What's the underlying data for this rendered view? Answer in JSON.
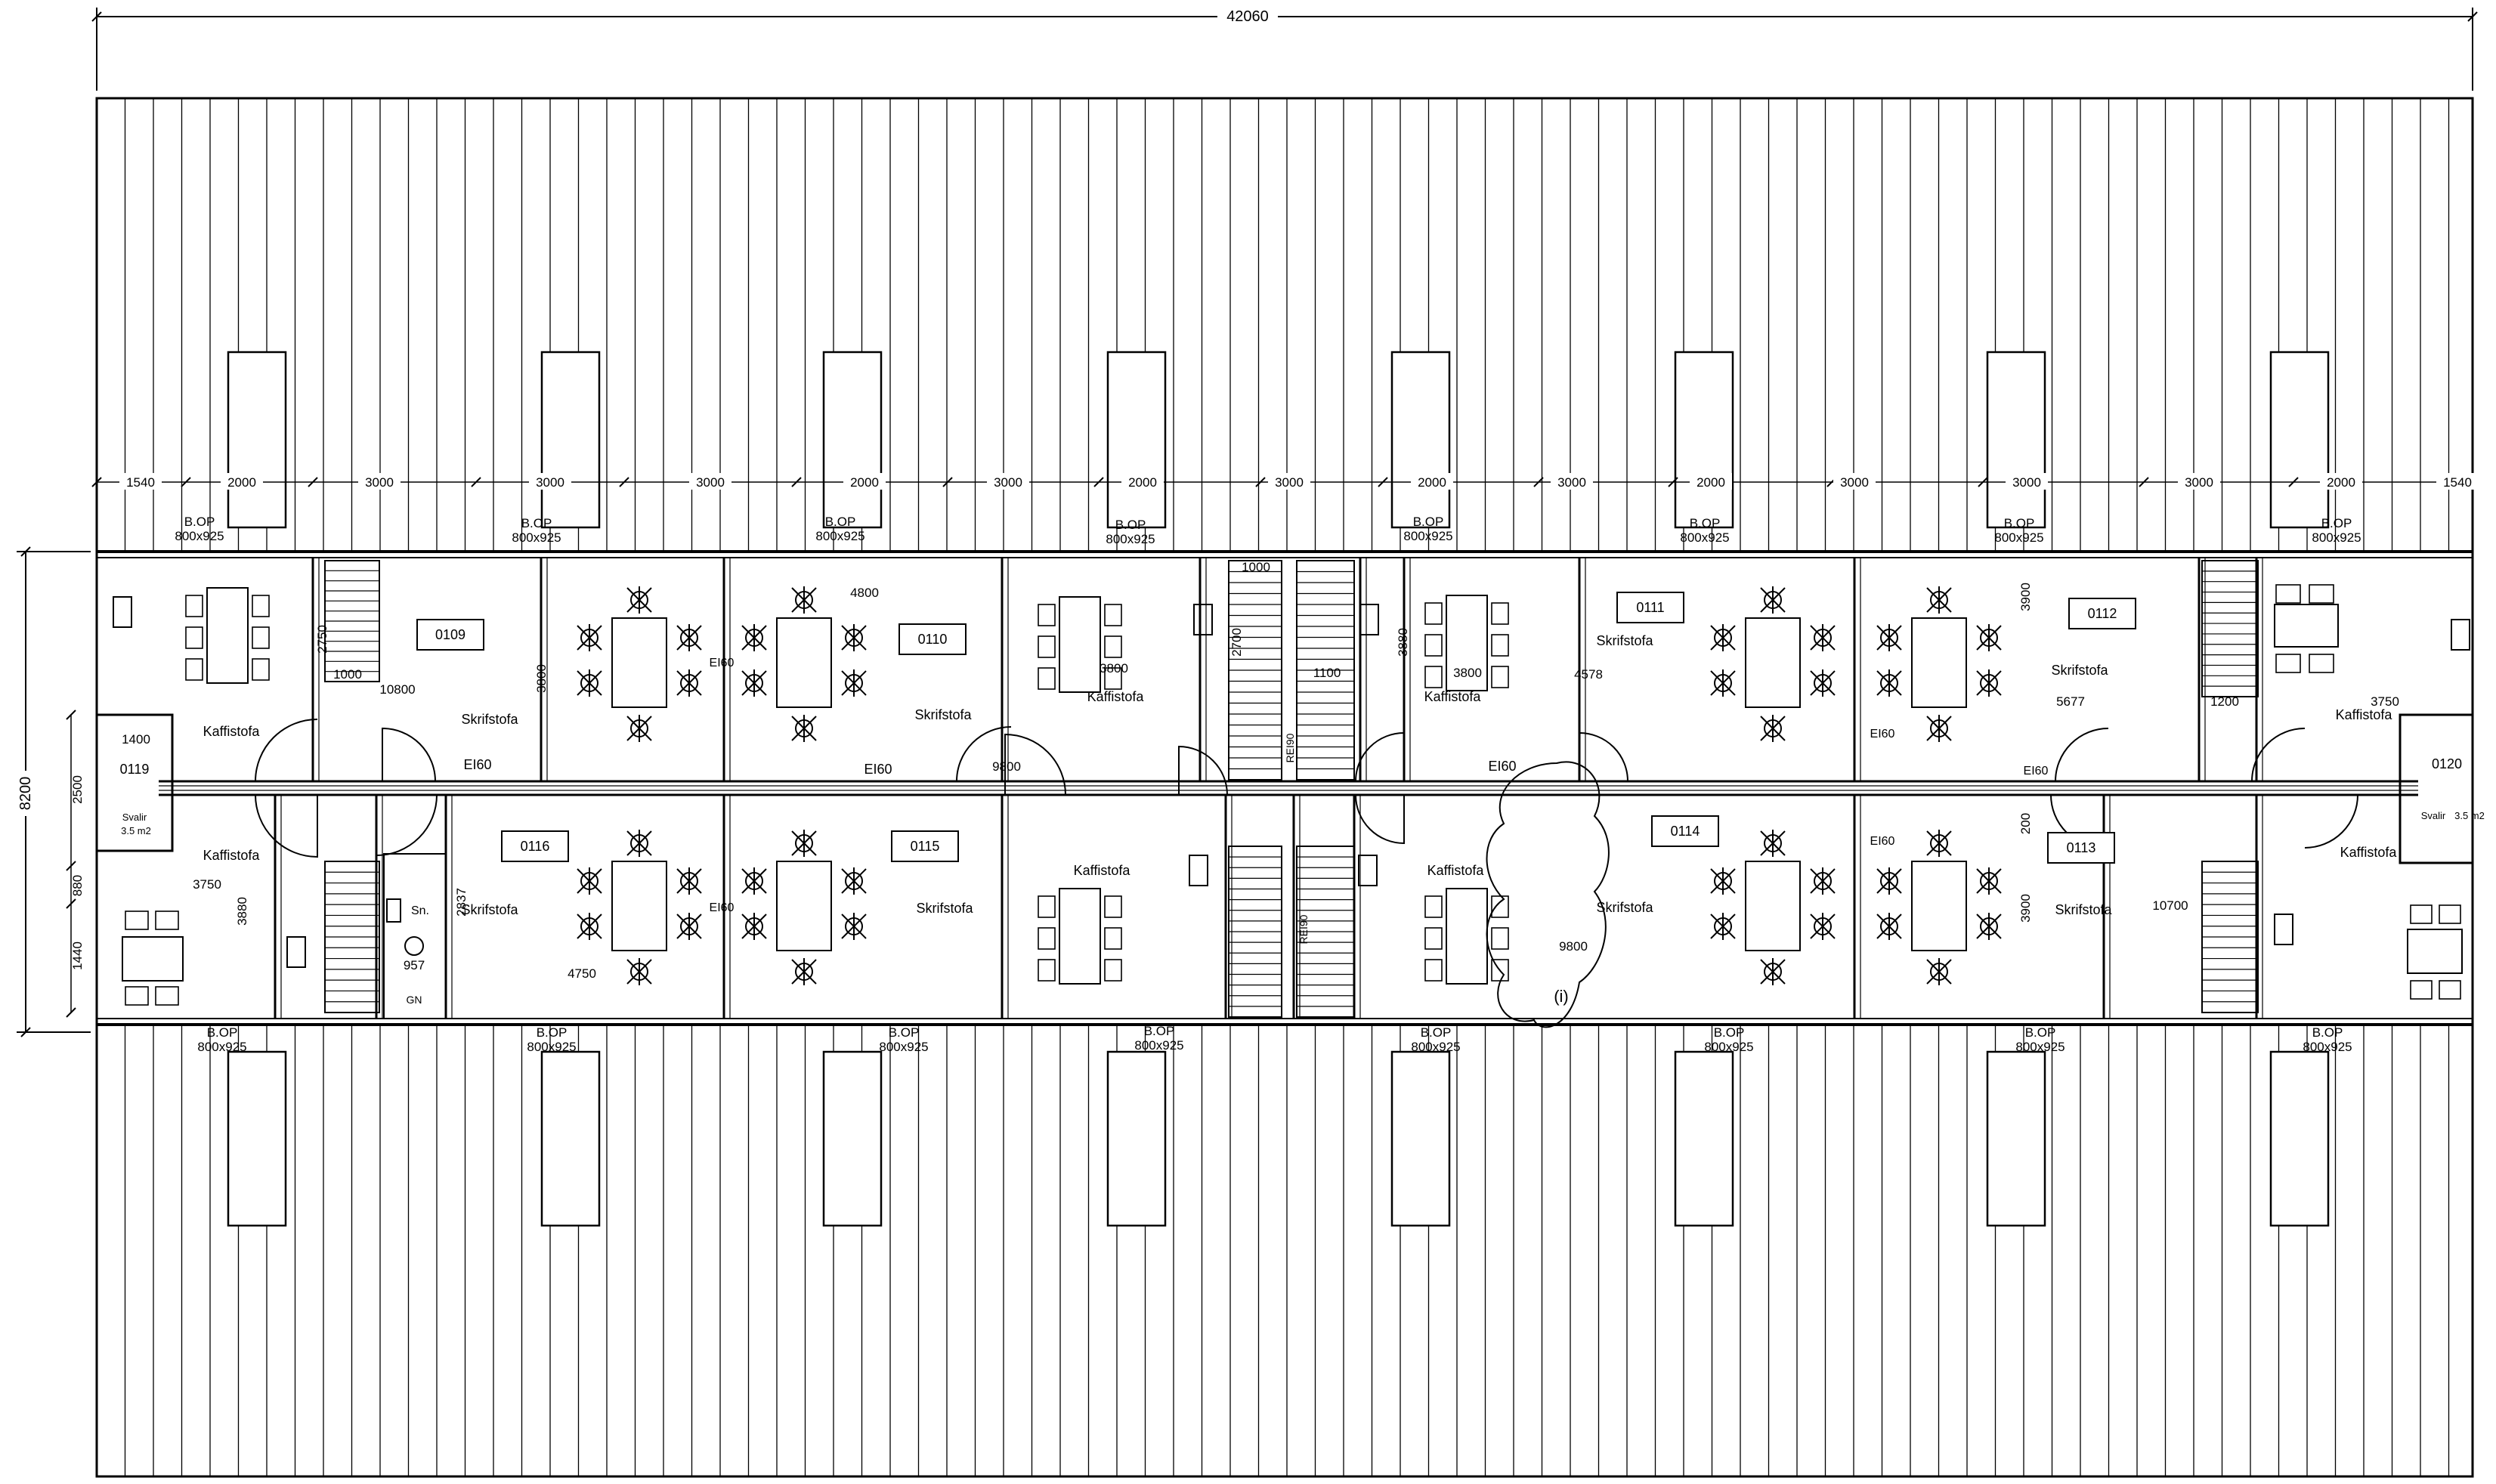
{
  "overall_width": "42060",
  "overall_depth": "8200",
  "roof_segments": [
    "1540",
    "2000",
    "3000",
    "3000",
    "3000",
    "2000",
    "3000",
    "2000",
    "3000",
    "2000",
    "3000",
    "2000",
    "3000",
    "3000",
    "3000",
    "2000",
    "1540"
  ],
  "skylight_label": "B.OP",
  "skylight_size": "800x925",
  "left_dims": [
    "2500",
    "880",
    "1440"
  ],
  "rooms": [
    {
      "number": "0109",
      "label": "Skrifstofa"
    },
    {
      "number": "0110",
      "label": "Skrifstofa"
    },
    {
      "number": "0111",
      "label": "Skrifstofa"
    },
    {
      "number": "0112",
      "label": "Skrifstofa"
    },
    {
      "number": "0113",
      "label": "Skrifstofa"
    },
    {
      "number": "0114",
      "label": "Skrifstofa"
    },
    {
      "number": "0115",
      "label": "Skrifstofa"
    },
    {
      "number": "0116",
      "label": "Skrifstofa"
    },
    {
      "number": "0119",
      "label": "Svalir",
      "area": "3.5 m2"
    },
    {
      "number": "0120",
      "label": "Svalir",
      "area": "3.5 m2"
    }
  ],
  "kitchen_label": "Kaffistofa",
  "fire_rating": "EI60",
  "fire_rating_alt": "REI90",
  "toilet_label": "Sn.",
  "floor_drain_label": "GN",
  "mark_i": "(i)",
  "interior_dims": [
    "1400",
    "3750",
    "3880",
    "1000",
    "10800",
    "2750",
    "3800",
    "4800",
    "3800",
    "2700",
    "1000",
    "1100",
    "3880",
    "3800",
    "4578",
    "3900",
    "5677",
    "1200",
    "3750",
    "9800",
    "4750",
    "2837",
    "957",
    "9800",
    "200",
    "3900",
    "10700"
  ]
}
